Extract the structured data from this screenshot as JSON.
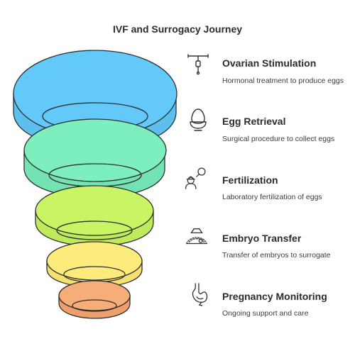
{
  "title": "IVF and Surrogacy Journey",
  "steps": [
    {
      "title": "Ovarian Stimulation",
      "description": "Hormonal treatment to produce eggs",
      "icon": "iud-icon",
      "color": "#62c9f8"
    },
    {
      "title": "Egg Retrieval",
      "description": "Surgical procedure to collect eggs",
      "icon": "egg-cup-icon",
      "color": "#7defbf"
    },
    {
      "title": "Fertilization",
      "description": "Laboratory fertilization of eggs",
      "icon": "scientist-icon",
      "color": "#c9f565"
    },
    {
      "title": "Embryo Transfer",
      "description": "Transfer of embryos to surrogate",
      "icon": "ultrasound-icon",
      "color": "#fdec7c"
    },
    {
      "title": "Pregnancy Monitoring",
      "description": "Ongoing support and care",
      "icon": "stomach-icon",
      "color": "#f7ad77"
    }
  ]
}
